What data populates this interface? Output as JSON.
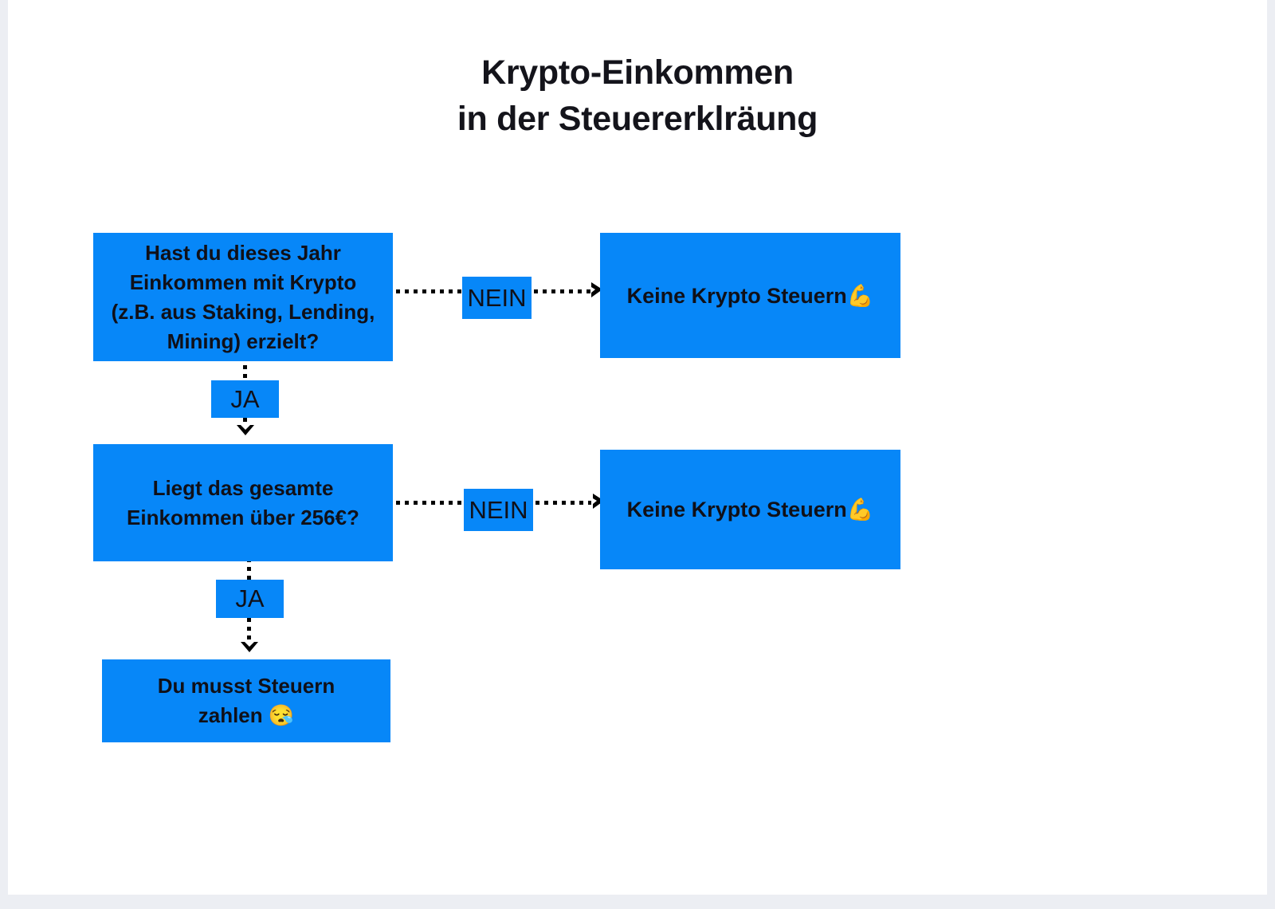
{
  "meta": {
    "title_text": "Krypto-Einkommen\nin der Steuererklräung",
    "accent_color": "#0787f8",
    "text_color": "#101018",
    "canvas_color": "#ffffff",
    "page_background": "#eceef3",
    "connector_color": "#000000"
  },
  "flow": {
    "nodes": [
      {
        "id": "q1",
        "type": "decision",
        "text": "Hast du dieses Jahr\nEinkommen mit Krypto\n(z.B. aus Staking, Lending,\nMining) erzielt?"
      },
      {
        "id": "r1",
        "type": "terminal",
        "text": "Keine Krypto Steuern💪"
      },
      {
        "id": "q2",
        "type": "decision",
        "text": "Liegt das gesamte\nEinkommen über 256€?"
      },
      {
        "id": "r2",
        "type": "terminal",
        "text": "Keine Krypto Steuern💪"
      },
      {
        "id": "final",
        "type": "terminal",
        "text": "Du musst Steuern\nzahlen 😪"
      }
    ],
    "edges": [
      {
        "id": "e1",
        "from": "q1",
        "to": "r1",
        "label": "NEIN",
        "direction": "right"
      },
      {
        "id": "e2",
        "from": "q1",
        "to": "q2",
        "label": "JA",
        "direction": "down"
      },
      {
        "id": "e3",
        "from": "q2",
        "to": "r2",
        "label": "NEIN",
        "direction": "right"
      },
      {
        "id": "e4",
        "from": "q2",
        "to": "final",
        "label": "JA",
        "direction": "down"
      }
    ]
  }
}
